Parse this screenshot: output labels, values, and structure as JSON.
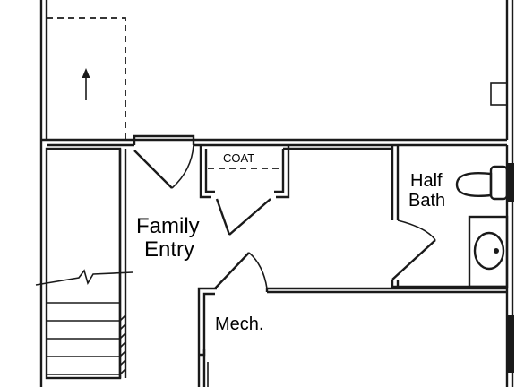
{
  "rooms": {
    "family_entry": {
      "line1": "Family",
      "line2": "Entry"
    },
    "coat": "COAT",
    "half_bath": {
      "line1": "Half",
      "line2": "Bath"
    },
    "mech": "Mech."
  }
}
